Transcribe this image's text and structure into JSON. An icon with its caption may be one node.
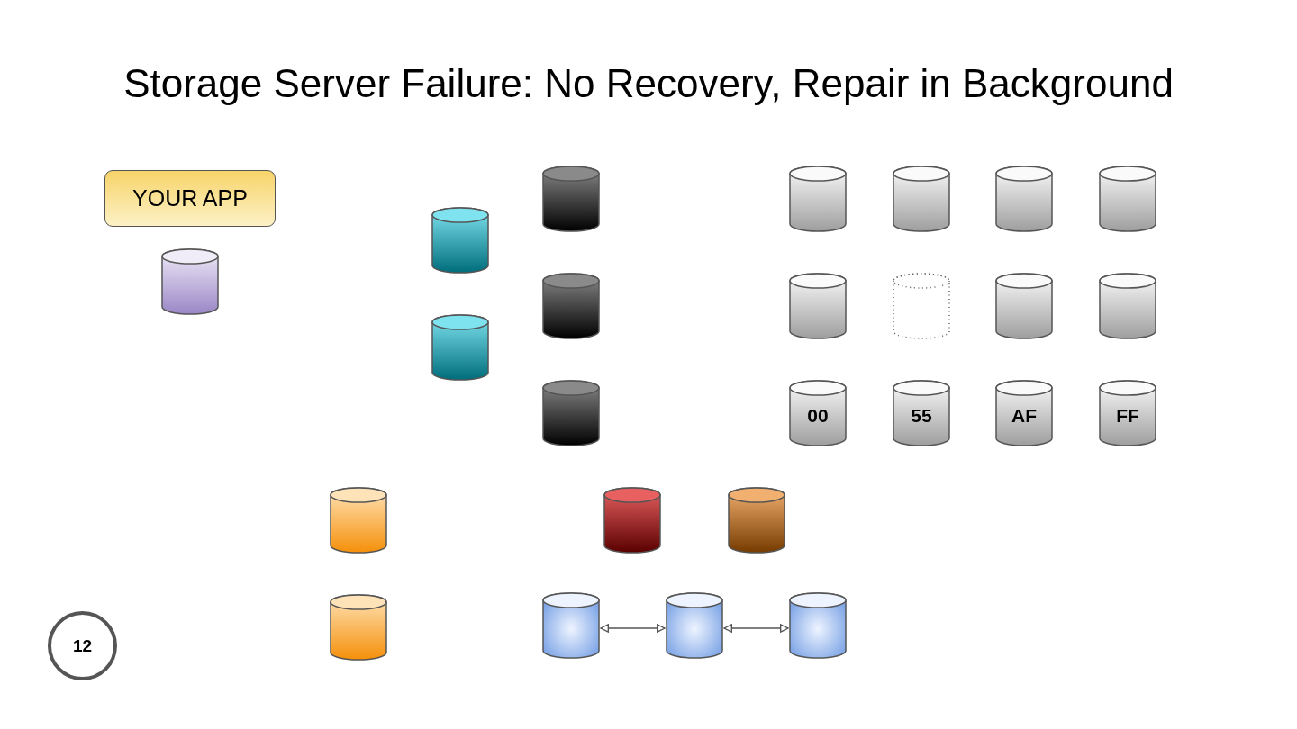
{
  "diagram": {
    "title": "Storage Server Failure: No Recovery, Repair in Background",
    "nodes": [
      {
        "text": [
          "YOUR APP"
        ]
      },
      {
        "text": [],
        "shape": "cylinder"
      },
      {
        "text": [],
        "shape": "cylinder"
      },
      {
        "text": [],
        "shape": "cylinder"
      },
      {
        "text": [],
        "shape": "cylinder"
      },
      {
        "text": [],
        "shape": "cylinder"
      },
      {
        "text": [],
        "shape": "cylinder"
      },
      {
        "text": [],
        "shape": "cylinder"
      },
      {
        "text": [],
        "shape": "cylinder"
      },
      {
        "text": [],
        "shape": "cylinder"
      },
      {
        "text": [],
        "shape": "cylinder"
      },
      {
        "text": [],
        "shape": "cylinder"
      },
      {
        "text": [],
        "shape": "cylinder"
      },
      {
        "text": [],
        "shape": "cylinder"
      },
      {
        "text": [],
        "shape": "cylinder"
      },
      {
        "text": [
          "00"
        ]
      },
      {
        "text": [
          "55"
        ]
      },
      {
        "text": [
          "AF"
        ]
      },
      {
        "text": [
          "FF"
        ]
      },
      {
        "text": [],
        "shape": "cylinder"
      },
      {
        "text": [],
        "shape": "cylinder"
      },
      {
        "text": [],
        "shape": "cylinder"
      },
      {
        "text": [],
        "shape": "cylinder"
      },
      {
        "text": [],
        "shape": "cylinder"
      },
      {
        "text": [],
        "shape": "cylinder"
      },
      {
        "text": [],
        "shape": "cylinder"
      },
      {
        "text": [
          "12"
        ]
      }
    ],
    "edges": [
      {
        "from": 23,
        "to": 24,
        "arrow": "both"
      },
      {
        "from": 24,
        "to": 25,
        "arrow": "both"
      }
    ]
  }
}
